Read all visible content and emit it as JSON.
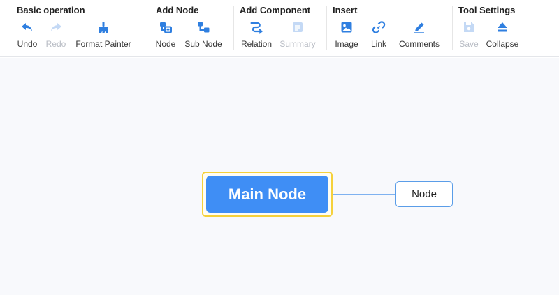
{
  "toolbar": {
    "groups": [
      {
        "title": "Basic operation",
        "tools": [
          {
            "label": "Undo",
            "icon": "undo-icon",
            "disabled": false
          },
          {
            "label": "Redo",
            "icon": "redo-icon",
            "disabled": true
          },
          {
            "label": "Format Painter",
            "icon": "format-painter-icon",
            "disabled": false
          }
        ]
      },
      {
        "title": "Add Node",
        "tools": [
          {
            "label": "Node",
            "icon": "add-node-icon",
            "disabled": false
          },
          {
            "label": "Sub Node",
            "icon": "add-sub-node-icon",
            "disabled": false
          }
        ]
      },
      {
        "title": "Add Component",
        "tools": [
          {
            "label": "Relation",
            "icon": "relation-icon",
            "disabled": false
          },
          {
            "label": "Summary",
            "icon": "summary-icon",
            "disabled": true
          }
        ]
      },
      {
        "title": "Insert",
        "tools": [
          {
            "label": "Image",
            "icon": "image-icon",
            "disabled": false
          },
          {
            "label": "Link",
            "icon": "link-icon",
            "disabled": false
          },
          {
            "label": "Comments",
            "icon": "comments-icon",
            "disabled": false
          }
        ]
      },
      {
        "title": "Tool Settings",
        "tools": [
          {
            "label": "Save",
            "icon": "save-icon",
            "disabled": true
          },
          {
            "label": "Collapse",
            "icon": "collapse-icon",
            "disabled": false
          }
        ]
      }
    ]
  },
  "mindmap": {
    "main_node": "Main Node",
    "sub_node": "Node"
  },
  "colors": {
    "accent": "#3f8ef5",
    "icon_active": "#2f7fe0",
    "icon_disabled": "#c4d9f5",
    "selection": "#f5d13b"
  }
}
